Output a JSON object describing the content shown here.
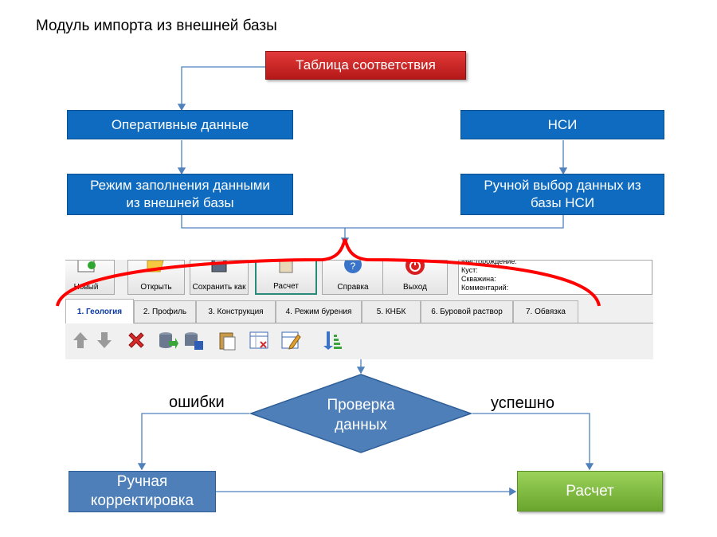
{
  "title": "Модуль импорта из внешней базы",
  "nodes": {
    "mapping_table": "Таблица соответствия",
    "operational_data": "Оперативные данные",
    "nsi": "НСИ",
    "fill_mode_line1": "Режим заполнения данными",
    "fill_mode_line2": "из внешней базы",
    "manual_select_line1": "Ручной выбор данных из",
    "manual_select_line2": "базы НСИ",
    "check_line1": "Проверка",
    "check_line2": "данных",
    "manual_fix_line1": "Ручная",
    "manual_fix_line2": "корректировка",
    "calc": "Расчет"
  },
  "edge_labels": {
    "errors": "ошибки",
    "success": "успешно"
  },
  "app": {
    "toolbar": [
      "Новый",
      "Открыть",
      "Сохранить как",
      "Расчет",
      "Справка",
      "Выход"
    ],
    "info_lines": [
      "Месторождение:",
      "Куст:",
      "Скважина:",
      "Комментарий:"
    ],
    "tabs": [
      "1. Геология",
      "2. Профиль",
      "3. Конструкция",
      "4. Режим бурения",
      "5.  КНБК",
      "6. Буровой раствор",
      "7. Обвязка"
    ],
    "active_tab": "1. Геология",
    "tool_icons": [
      "arrow-up-icon",
      "arrow-down-icon",
      "delete-icon",
      "db-import-icon",
      "db-save-icon",
      "clipboard-icon",
      "table-delete-icon",
      "edit-table-icon",
      "sort-icon"
    ]
  },
  "colors": {
    "box_blue": "#0e6bbf",
    "box_red": "#c92424",
    "box_steel": "#4f7fb8",
    "box_green": "#7fbf3f",
    "connector": "#4f81bd",
    "brace": "#ff0000"
  }
}
